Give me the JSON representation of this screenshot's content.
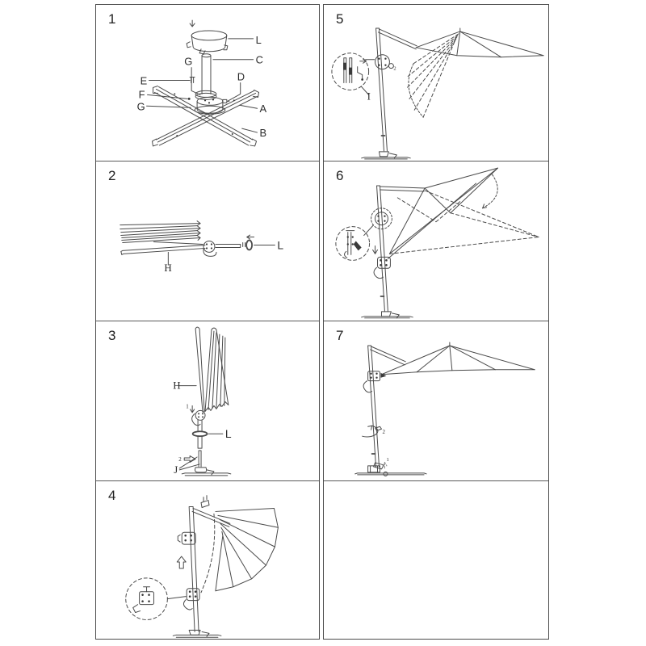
{
  "page": {
    "background": "#ffffff",
    "ink": "#4a4a4a"
  },
  "panels": [
    {
      "number": "1",
      "labels": {
        "l": "L",
        "c": "C",
        "g_top": "G",
        "e": "E",
        "f": "F",
        "g_bottom": "G",
        "d": "D",
        "a": "A",
        "b": "B"
      }
    },
    {
      "number": "2",
      "labels": {
        "h": "H",
        "l": "L"
      }
    },
    {
      "number": "3",
      "labels": {
        "h": "H",
        "l": "L",
        "j": "J",
        "step1": "1",
        "step2": "2"
      }
    },
    {
      "number": "4",
      "labels": {}
    },
    {
      "number": "5",
      "labels": {
        "i": "I",
        "step2": "2"
      }
    },
    {
      "number": "6",
      "labels": {}
    },
    {
      "number": "7",
      "labels": {
        "step1": "1",
        "step2": "2"
      }
    }
  ]
}
